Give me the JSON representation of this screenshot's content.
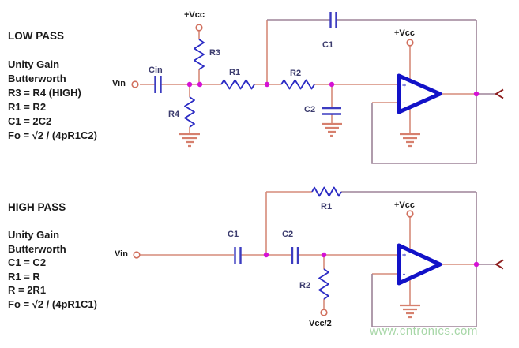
{
  "colors": {
    "wire": "#d68b7a",
    "feedback_loop": "#9d8498",
    "component_blue": "#2b2bc4",
    "opamp_blue": "#1212c8",
    "junction_node": "#d511d5",
    "terminal_ring": "#d1705e",
    "output_pin": "#8e1f1f",
    "label_navy": "#3c3c6e",
    "label_black": "#1a1a1a",
    "watermark_green": "#a7d7a7"
  },
  "low_pass": {
    "title": "LOW PASS",
    "notes": [
      "Unity Gain",
      "Butterworth",
      "R3 = R4 (HIGH)",
      "R1 = R2",
      "C1 = 2C2",
      "Fo = √2 / (4pR1C2)"
    ],
    "labels": {
      "vin": "Vin",
      "cin": "Cin",
      "r3": "R3",
      "r4": "R4",
      "r1": "R1",
      "r2": "R2",
      "c1": "C1",
      "c2": "C2",
      "vcc_r3": "+Vcc",
      "vcc_opamp": "+Vcc"
    },
    "opamp": {
      "plus": "+",
      "minus": "-"
    }
  },
  "high_pass": {
    "title": "HIGH PASS",
    "notes": [
      "Unity Gain",
      "Butterworth",
      "C1 = C2",
      "R1 = R",
      "R = 2R1",
      "Fo = √2 / (4pR1C1)"
    ],
    "labels": {
      "vin": "Vin",
      "c1": "C1",
      "c2": "C2",
      "r1": "R1",
      "r2": "R2",
      "vcc_opamp": "+Vcc",
      "vcc_half": "Vcc/2"
    },
    "opamp": {
      "plus": "+",
      "minus": "-"
    }
  },
  "watermark": "www.cntronics.com"
}
